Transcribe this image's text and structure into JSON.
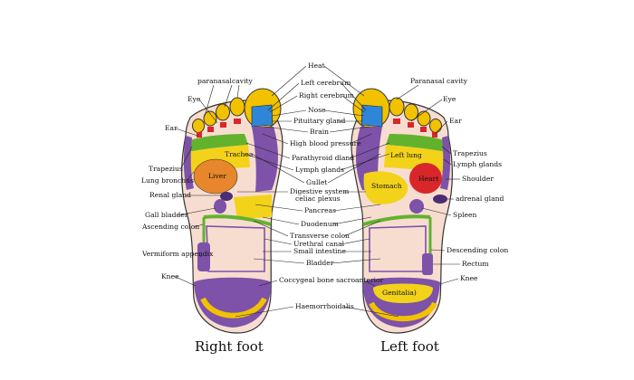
{
  "captions": {
    "right": "Right foot",
    "left": "Left foot"
  },
  "center_labels": [
    "Heat",
    "Left cerebrum",
    "Right cerebrum",
    "Nose",
    "Pituitary gland",
    "Brain",
    "High blood pressure",
    "Parathyroid dland",
    "Lymph glands",
    "Gullet",
    "Digestive system",
    "celiac plexus",
    "Pancreas",
    "Duodenum",
    "Transverse colon",
    "Urethral canal",
    "Small intestine",
    "Bladder",
    "Coccygeal bone sacroanterior",
    "Haemorrhoidalis"
  ],
  "right_foot_labels": [
    "paranasal",
    "cavity",
    "Eye",
    "Ear",
    "Trachea",
    "Trapezius",
    "Lung bronchus",
    "Liver",
    "Renal gland",
    "Gall bladder",
    "Ascending colon",
    "Vermiform appendix",
    "Knee"
  ],
  "left_foot_labels": [
    "Paranasal cavity",
    "Eye",
    "Ear",
    "Trapezius",
    "Lymph glands",
    "Left lung",
    "Shoulder",
    "Stomach",
    "Heart",
    "adrenal gland",
    "Spleen",
    "Descending colon",
    "Rectum",
    "Knee",
    "Genitalia)"
  ],
  "colors": {
    "toe_yellow": "#f2c200",
    "toe_blue": "#2f86d8",
    "toe_red": "#d9262a",
    "green": "#63b22e",
    "purple": "#7d52a8",
    "liver_orange": "#e8862b",
    "yellow_zone": "#f3d21a",
    "pink_base": "#f7ddd0",
    "dark_purple": "#4b2d73"
  }
}
